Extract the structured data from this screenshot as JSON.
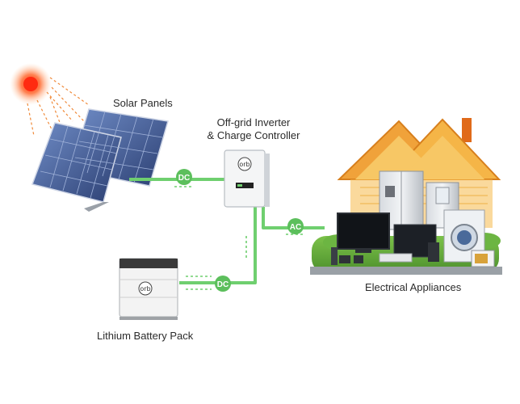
{
  "labels": {
    "solar": "Solar Panels",
    "inverter_line1": "Off-grid Inverter",
    "inverter_line2": "& Charge Controller",
    "appliances": "Electrical Appliances",
    "battery": "Lithium Battery Pack"
  },
  "badges": {
    "solar_link": "DC",
    "appliance_link": "AC",
    "battery_link": "DC"
  },
  "brand": {
    "inverter_logo": "orb",
    "battery_logo": "orb"
  },
  "colors": {
    "wire": "#6fcf6f",
    "badge": "#5cbf5c",
    "sun": "#ff3b1a",
    "panel": "#3d5a9a",
    "roof": "#f09a2a",
    "house_wall": "#f5b94a"
  },
  "icons": [
    "sun-icon",
    "solar-panel-icon",
    "inverter-icon",
    "battery-icon",
    "house-icon",
    "appliance-icon"
  ]
}
